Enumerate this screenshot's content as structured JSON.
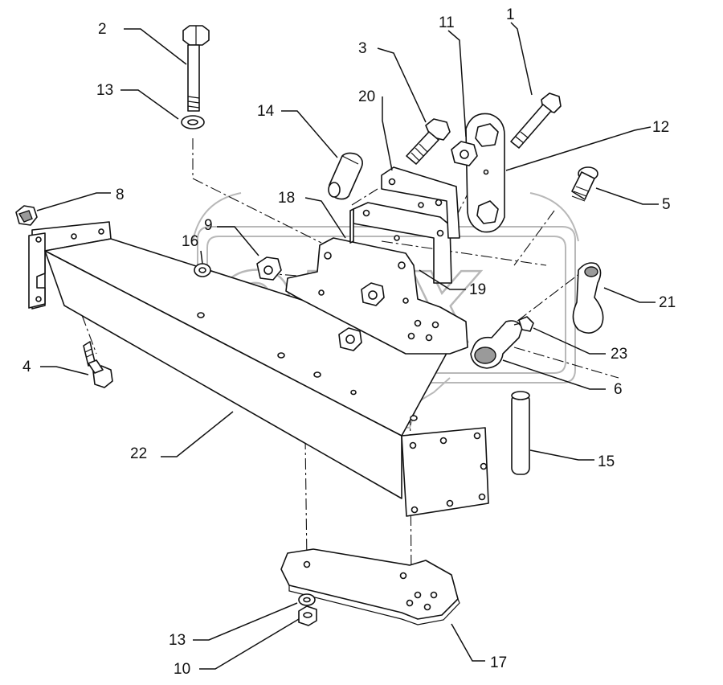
{
  "watermark": {
    "text": "ORIX"
  },
  "callouts": [
    {
      "id": "c1",
      "label": "1"
    },
    {
      "id": "c2",
      "label": "2"
    },
    {
      "id": "c3",
      "label": "3"
    },
    {
      "id": "c4",
      "label": "4"
    },
    {
      "id": "c5",
      "label": "5"
    },
    {
      "id": "c6",
      "label": "6"
    },
    {
      "id": "c8",
      "label": "8"
    },
    {
      "id": "c9",
      "label": "9"
    },
    {
      "id": "c10",
      "label": "10"
    },
    {
      "id": "c11",
      "label": "11"
    },
    {
      "id": "c12",
      "label": "12"
    },
    {
      "id": "c13a",
      "label": "13"
    },
    {
      "id": "c13b",
      "label": "13"
    },
    {
      "id": "c14",
      "label": "14"
    },
    {
      "id": "c15",
      "label": "15"
    },
    {
      "id": "c16",
      "label": "16"
    },
    {
      "id": "c17",
      "label": "17"
    },
    {
      "id": "c18",
      "label": "18"
    },
    {
      "id": "c19",
      "label": "19"
    },
    {
      "id": "c20",
      "label": "20"
    },
    {
      "id": "c21",
      "label": "21"
    },
    {
      "id": "c22",
      "label": "22"
    },
    {
      "id": "c23",
      "label": "23"
    }
  ]
}
